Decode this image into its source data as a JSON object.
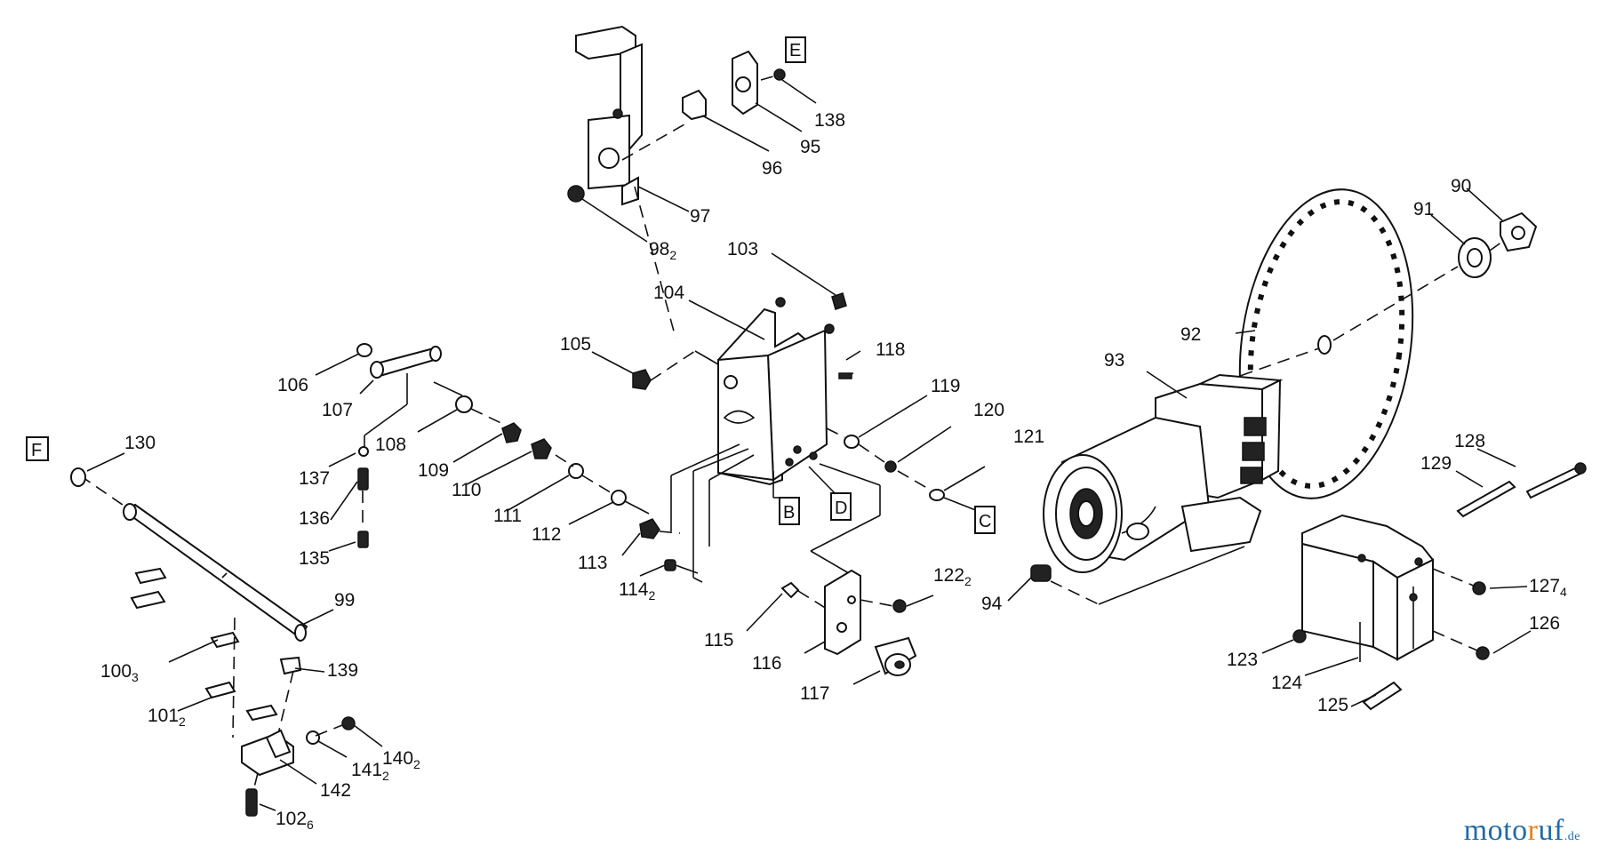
{
  "callouts": [
    {
      "id": "130",
      "sub": ""
    },
    {
      "id": "99",
      "sub": ""
    },
    {
      "id": "100",
      "sub": "3"
    },
    {
      "id": "101",
      "sub": "2"
    },
    {
      "id": "139",
      "sub": ""
    },
    {
      "id": "140",
      "sub": "2"
    },
    {
      "id": "141",
      "sub": "2"
    },
    {
      "id": "142",
      "sub": ""
    },
    {
      "id": "102",
      "sub": "6"
    },
    {
      "id": "106",
      "sub": ""
    },
    {
      "id": "107",
      "sub": ""
    },
    {
      "id": "108",
      "sub": ""
    },
    {
      "id": "137",
      "sub": ""
    },
    {
      "id": "136",
      "sub": ""
    },
    {
      "id": "135",
      "sub": ""
    },
    {
      "id": "109",
      "sub": ""
    },
    {
      "id": "110",
      "sub": ""
    },
    {
      "id": "111",
      "sub": ""
    },
    {
      "id": "112",
      "sub": ""
    },
    {
      "id": "113",
      "sub": ""
    },
    {
      "id": "114",
      "sub": "2"
    },
    {
      "id": "105",
      "sub": ""
    },
    {
      "id": "104",
      "sub": ""
    },
    {
      "id": "103",
      "sub": ""
    },
    {
      "id": "118",
      "sub": ""
    },
    {
      "id": "119",
      "sub": ""
    },
    {
      "id": "120",
      "sub": ""
    },
    {
      "id": "121",
      "sub": ""
    },
    {
      "id": "115",
      "sub": ""
    },
    {
      "id": "116",
      "sub": ""
    },
    {
      "id": "117",
      "sub": ""
    },
    {
      "id": "122",
      "sub": "2"
    },
    {
      "id": "97",
      "sub": ""
    },
    {
      "id": "98",
      "sub": "2"
    },
    {
      "id": "96",
      "sub": ""
    },
    {
      "id": "95",
      "sub": ""
    },
    {
      "id": "138",
      "sub": ""
    },
    {
      "id": "94",
      "sub": ""
    },
    {
      "id": "93",
      "sub": ""
    },
    {
      "id": "92",
      "sub": ""
    },
    {
      "id": "91",
      "sub": ""
    },
    {
      "id": "90",
      "sub": ""
    },
    {
      "id": "128",
      "sub": ""
    },
    {
      "id": "129",
      "sub": ""
    },
    {
      "id": "127",
      "sub": "4"
    },
    {
      "id": "126",
      "sub": ""
    },
    {
      "id": "125",
      "sub": ""
    },
    {
      "id": "124",
      "sub": ""
    },
    {
      "id": "123",
      "sub": ""
    }
  ],
  "connectors": [
    "F",
    "E",
    "B",
    "D",
    "C"
  ],
  "brand": {
    "part1": "moto",
    "part2": "r",
    "part3": "uf",
    "tld": ".de"
  }
}
